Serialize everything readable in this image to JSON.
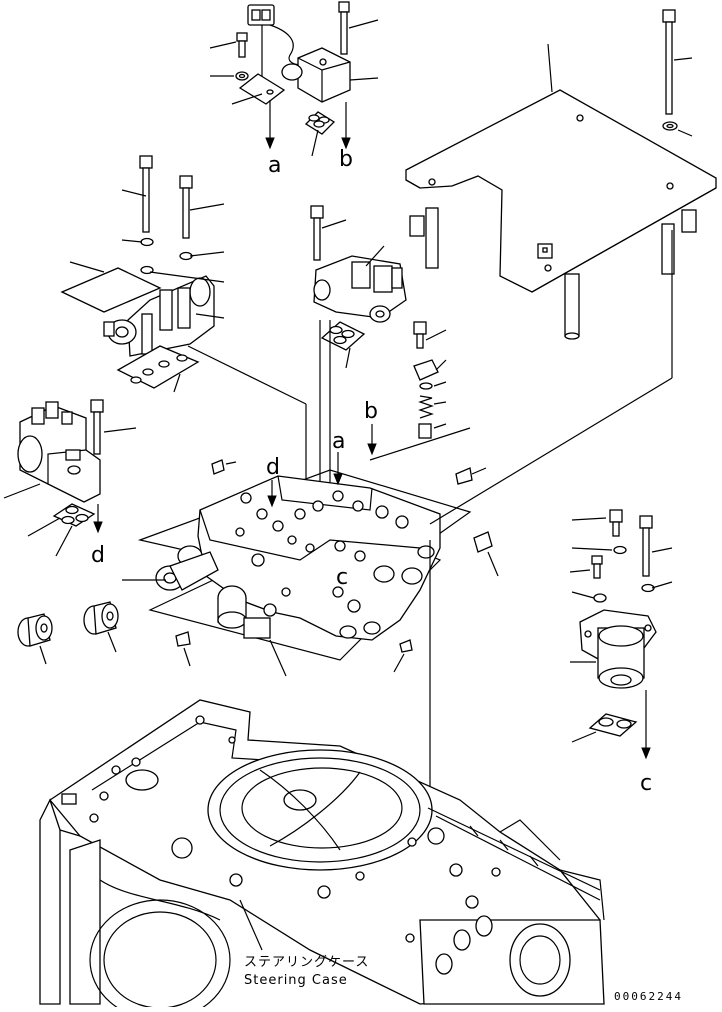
{
  "refs": {
    "a_top": "a",
    "b_top": "b",
    "d_left": "d",
    "b_mid": "b",
    "a_mid": "a",
    "d_mid": "d",
    "c_mid": "c",
    "c_right": "c"
  },
  "case_label": {
    "japanese": "ステアリングケース",
    "english": "Steering Case"
  },
  "drawing_number": "00062244"
}
